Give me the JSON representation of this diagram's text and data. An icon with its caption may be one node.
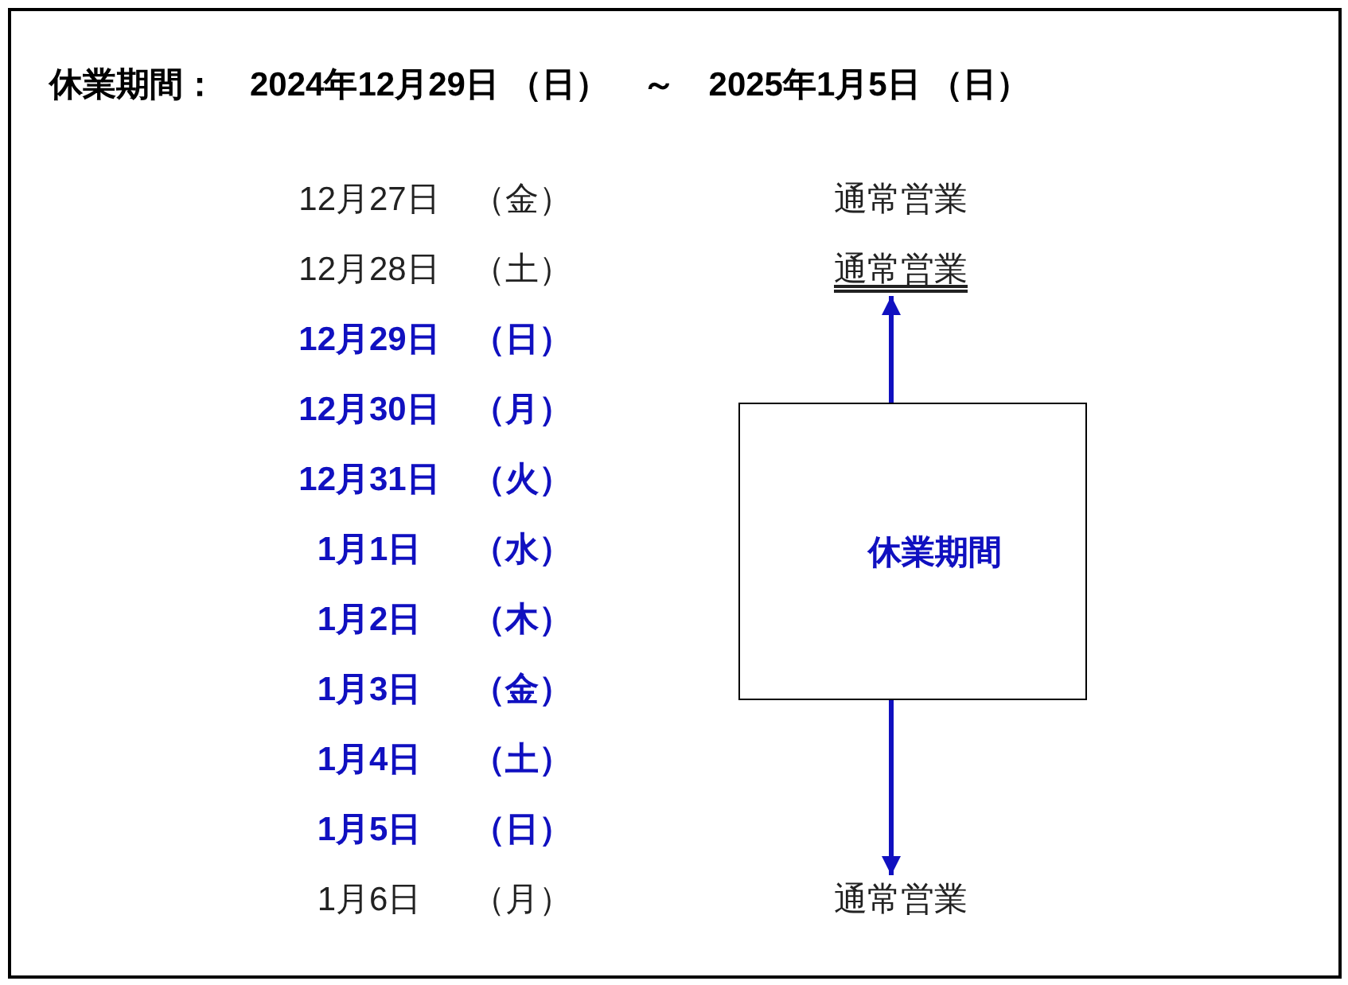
{
  "diagram": {
    "title": "休業期間：　2024年12月29日 （日）　～　2025年1月5日 （日）",
    "nodes": [
      {
        "text": [
          "休業期間"
        ]
      },
      {
        "text": [
          "通常営業"
        ]
      },
      {
        "text": [
          "通常営業"
        ]
      }
    ],
    "edges": [
      {
        "from": 0,
        "to": 1,
        "arrow": "to"
      },
      {
        "from": 0,
        "to": 2,
        "arrow": "to"
      }
    ],
    "labels": [
      "12月27日",
      "（金）",
      "通常営業",
      "12月28日",
      "（土）",
      "12月29日",
      "（日）",
      "12月30日",
      "（月）",
      "12月31日",
      "（火）",
      "1月1日",
      "（水）",
      "1月2日",
      "（木）",
      "1月3日",
      "（金）",
      "1月4日",
      "（土）",
      "1月5日",
      "（日）",
      "1月6日",
      "（月）"
    ]
  }
}
